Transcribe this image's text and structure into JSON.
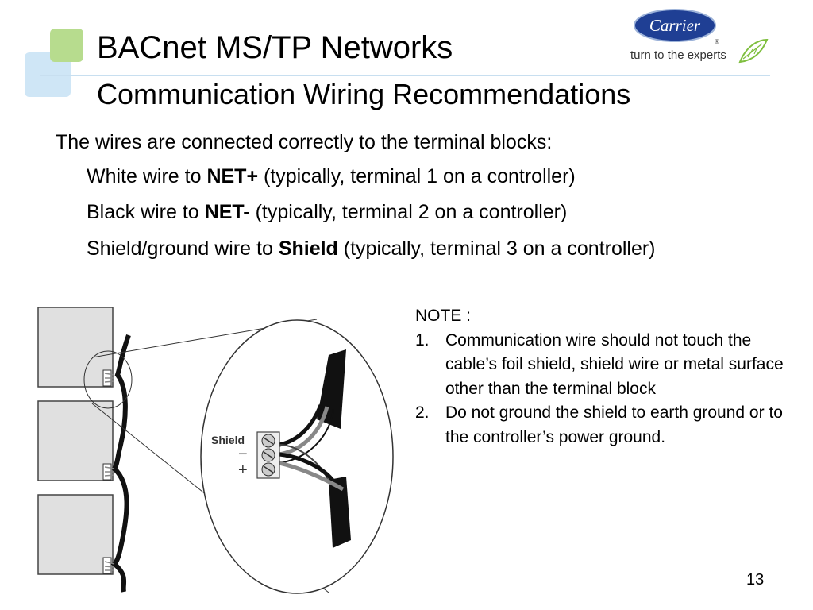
{
  "slide": {
    "title": "BACnet MS/TP Networks",
    "subtitle": "Communication Wiring Recommendations",
    "page_number": "13"
  },
  "logo": {
    "brand": "Carrier",
    "registered_mark": "®",
    "tagline": "turn to the experts"
  },
  "body": {
    "intro": "The wires are connected correctly to the terminal blocks:",
    "bullets": [
      {
        "prefix": "White wire to ",
        "bold": "NET+",
        "suffix": " (typically, terminal 1 on a controller)"
      },
      {
        "prefix": "Black wire to ",
        "bold": "NET-",
        "suffix": " (typically, terminal 2 on a controller)"
      },
      {
        "prefix": "Shield/ground wire to ",
        "bold": "Shield",
        "suffix": " (typically, terminal 3 on a controller)"
      }
    ]
  },
  "diagram": {
    "shield_label": "Shield",
    "minus_label": "−",
    "plus_label": "+"
  },
  "note": {
    "heading": "NOTE :",
    "items": [
      {
        "num": "1.",
        "text": "Communication wire should not touch the cable’s foil shield, shield wire or metal surface other than the terminal block"
      },
      {
        "num": "2.",
        "text": "Do not ground the shield to earth ground or to the controller’s power ground."
      }
    ]
  },
  "colors": {
    "accent_green": "#b7dc8e",
    "accent_blue": "#cfe6f6",
    "logo_blue": "#1f3f94"
  }
}
